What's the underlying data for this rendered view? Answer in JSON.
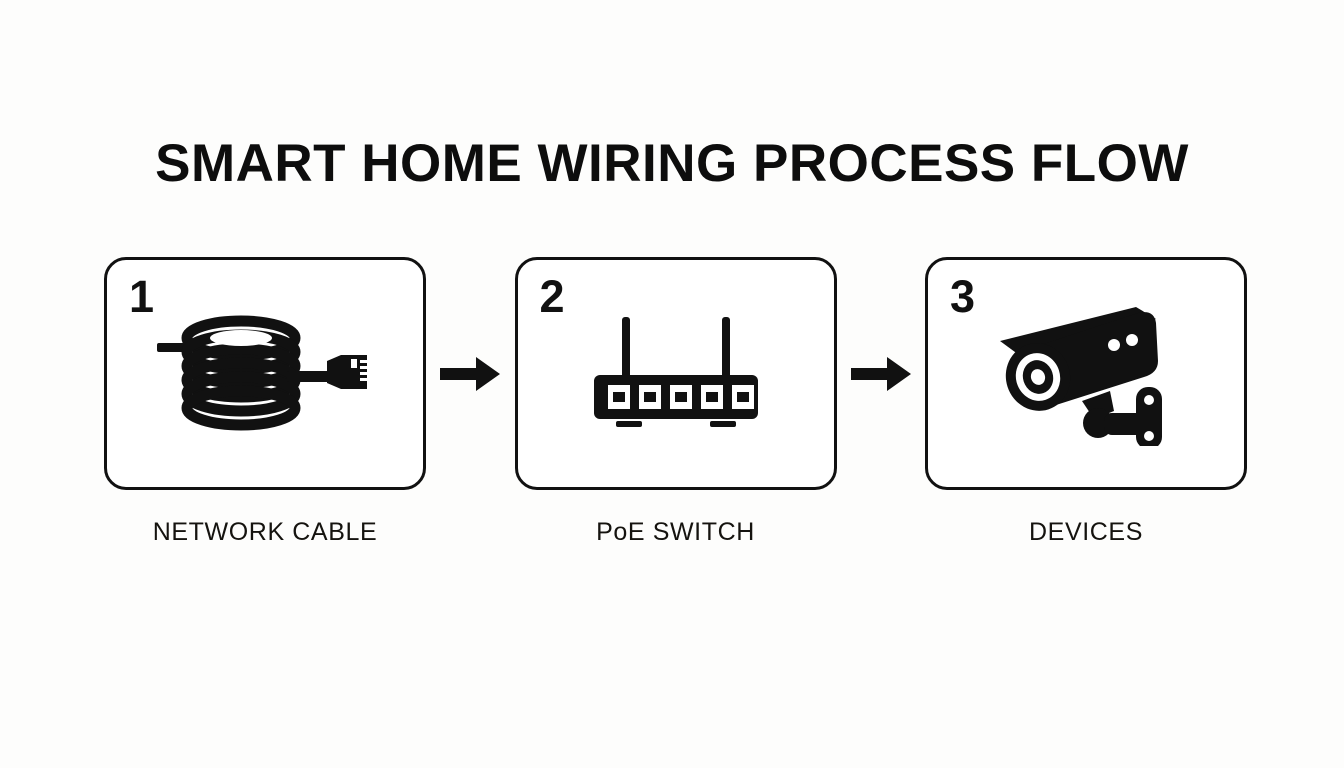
{
  "page": {
    "title": "SMART HOME WIRING PROCESS FLOW",
    "background_color": "#fdfdfc",
    "ink_color": "#111111"
  },
  "flow": {
    "steps": [
      {
        "number": "1",
        "caption": "NETWORK CABLE",
        "icon": "network-cable-coil-icon"
      },
      {
        "number": "2",
        "caption": "PoE SWITCH",
        "icon": "poe-switch-icon"
      },
      {
        "number": "3",
        "caption": "DEVICES",
        "icon": "cctv-camera-icon"
      }
    ],
    "connectors": [
      {
        "icon": "arrow-right-icon"
      },
      {
        "icon": "arrow-right-icon"
      }
    ]
  }
}
